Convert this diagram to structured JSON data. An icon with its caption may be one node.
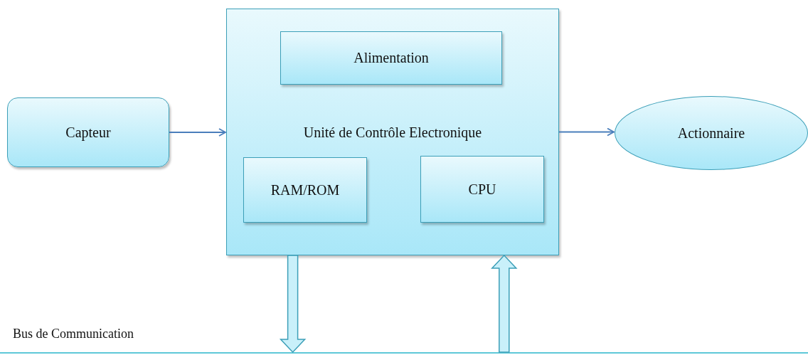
{
  "diagram": {
    "nodes": [
      {
        "text": [
          "Capteur"
        ]
      },
      {
        "text": [
          "Unité de Contrôle Electronique"
        ]
      },
      {
        "text": [
          "Alimentation"
        ],
        "in": 1
      },
      {
        "text": [
          "RAM/ROM"
        ],
        "in": 1
      },
      {
        "text": [
          "CPU"
        ],
        "in": 1
      },
      {
        "text": [
          "Actionnaire"
        ]
      },
      {
        "text": [
          "Bus de Communication"
        ]
      }
    ],
    "edges": [
      {
        "from": 0,
        "to": 1,
        "arrow": "to"
      },
      {
        "from": 1,
        "to": 5,
        "arrow": "to"
      },
      {
        "from": 1,
        "to": 6,
        "arrow": "to",
        "style": "thick"
      },
      {
        "from": 6,
        "to": 1,
        "arrow": "to",
        "style": "thick"
      }
    ]
  }
}
